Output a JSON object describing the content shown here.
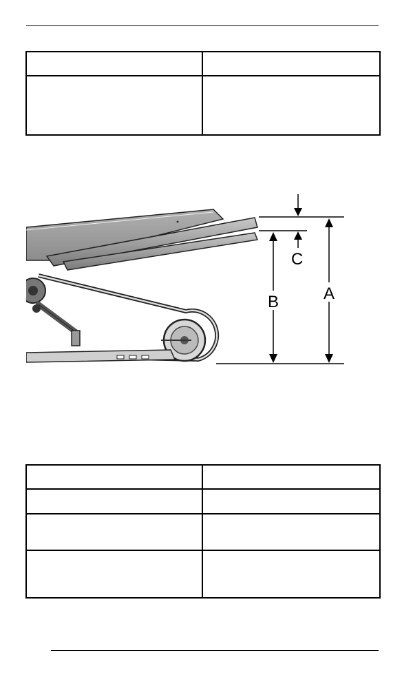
{
  "figure": {
    "label_a": "A",
    "label_b": "B",
    "label_c": "C"
  }
}
